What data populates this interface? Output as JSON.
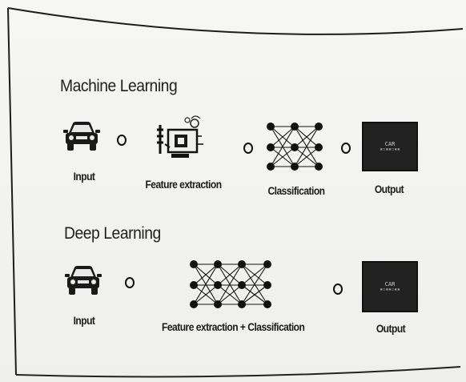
{
  "machine_learning": {
    "title": "Machine Learning",
    "steps": {
      "input": "Input",
      "feature": "Feature extraction",
      "classification": "Classification",
      "output": "Output"
    },
    "output_text": "CAR"
  },
  "deep_learning": {
    "title": "Deep Learning",
    "steps": {
      "input": "Input",
      "combined": "Feature extraction + Classification",
      "output": "Output"
    },
    "output_text": "CAR"
  },
  "icons": [
    "car-icon",
    "feature-extraction-icon",
    "neural-network-icon",
    "output-image-icon",
    "arrow-connector-icon"
  ]
}
